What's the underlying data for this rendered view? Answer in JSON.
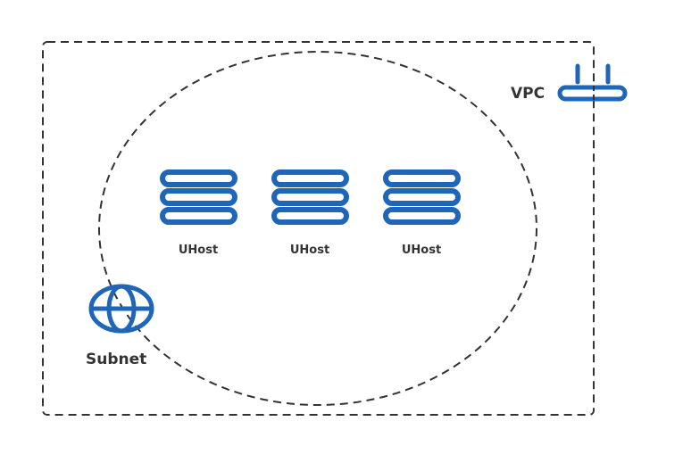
{
  "diagram": {
    "vpc": {
      "label": "VPC",
      "icon": "router-icon"
    },
    "subnet": {
      "label": "Subnet",
      "icon": "globe-icon"
    },
    "hosts": [
      {
        "label": "UHost",
        "icon": "server-icon"
      },
      {
        "label": "UHost",
        "icon": "server-icon"
      },
      {
        "label": "UHost",
        "icon": "server-icon"
      }
    ],
    "colors": {
      "icon": "#1f66b8",
      "border": "#333333",
      "text": "#333333"
    }
  }
}
